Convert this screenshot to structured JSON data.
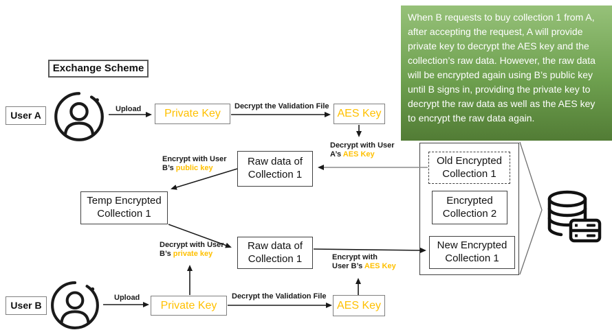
{
  "title": "Exchange Scheme",
  "note": {
    "text": "When B requests to buy collection 1 from A, after accepting the request, A will provide private key to decrypt the AES key and the collection’s raw data. However, the raw data will be encrypted again using B’s public key until B signs in, providing the private key to decrypt the raw data as well as the AES key to encrypt the raw data again.",
    "bg_top": "#96c179",
    "bg_bottom": "#527c35"
  },
  "colors": {
    "highlight": "#FFC000"
  },
  "user_a": {
    "label": "User A",
    "upload_label": "Upload",
    "private_key_label": "Private Key",
    "decrypt_validation_label": "Decrypt the Validation File",
    "aes_key_label": "AES Key"
  },
  "user_b": {
    "label": "User B",
    "upload_label": "Upload",
    "private_key_label": "Private Key",
    "decrypt_validation_label": "Decrypt the Validation File",
    "aes_key_label": "AES Key"
  },
  "flow": {
    "raw_top": {
      "line1": "Raw data of",
      "line2": "Collection 1"
    },
    "temp": {
      "line1": "Temp Encrypted",
      "line2": "Collection 1"
    },
    "raw_bottom": {
      "line1": "Raw data of",
      "line2": "Collection 1"
    },
    "labels": {
      "decrypt_a_aes": {
        "line1": "Decrypt with User",
        "prefix": "A’s ",
        "highlight": "AES Key"
      },
      "encrypt_b_public": {
        "line1": "Encrypt with User",
        "prefix": "B’s ",
        "highlight": "public key"
      },
      "decrypt_b_private": {
        "line1": "Decrypt with User",
        "prefix": "B’s ",
        "highlight": "private key"
      },
      "encrypt_b_aes": {
        "line1": "Encrypt with",
        "prefix": "User B’s ",
        "highlight": "AES Key"
      }
    }
  },
  "storage": {
    "old_encrypted": {
      "line1": "Old Encrypted",
      "line2": "Collection 1"
    },
    "encrypted_2": {
      "line1": "Encrypted",
      "line2": "Collection 2"
    },
    "new_encrypted": {
      "line1": "New Encrypted",
      "line2": "Collection 1"
    }
  }
}
